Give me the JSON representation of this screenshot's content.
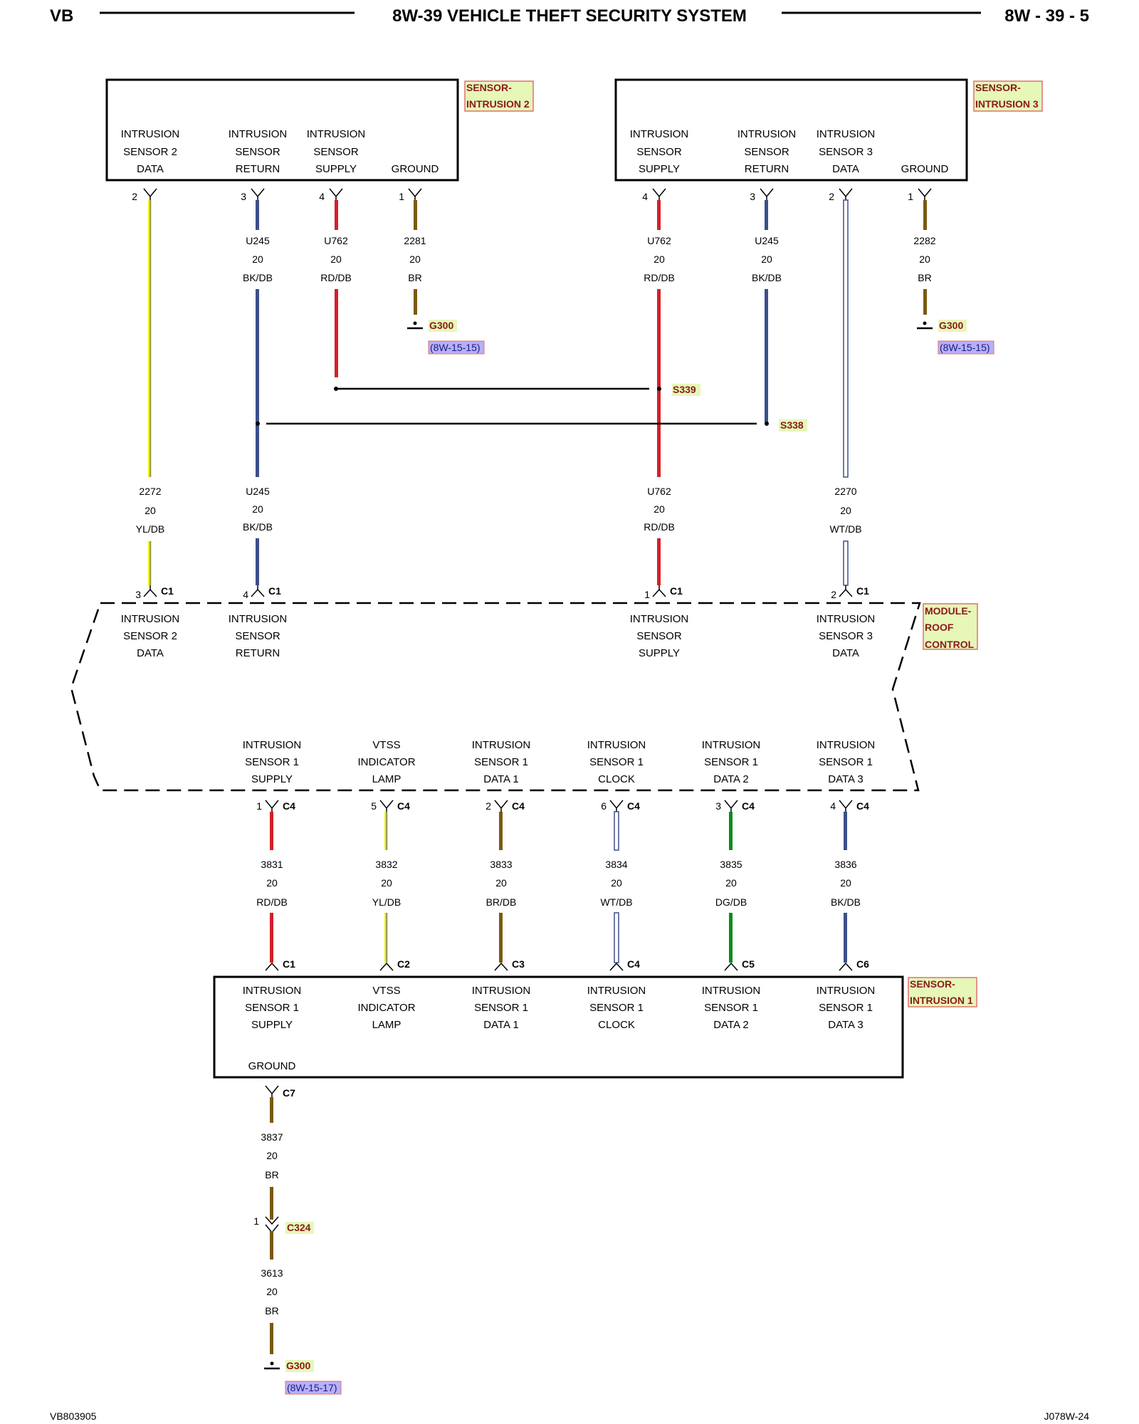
{
  "header": {
    "left": "VB",
    "title": "8W-39 VEHICLE THEFT SECURITY SYSTEM",
    "right": "8W - 39 - 5"
  },
  "footer": {
    "left": "VB803905",
    "right": "J078W-24"
  },
  "colors": {
    "YL/DB": "#f2f21a",
    "BK/DB": "#3d4f8c",
    "RD/DB": "#d4202a",
    "BR": "#7a5a10",
    "WT/DB": "#9aa6d6",
    "BR/DB": "#7a5a10",
    "DG/DB": "#0d8a1e",
    "tag_fill": "#e6f7b8",
    "tag_border": "#e07070",
    "ref_fill": "#b8b0f5"
  },
  "components": {
    "sensor2": {
      "tag": [
        "SENSOR-",
        "INTRUSION 2"
      ],
      "pins": [
        {
          "label": [
            "INTRUSION",
            "SENSOR 2",
            "DATA"
          ],
          "pin": "2"
        },
        {
          "label": [
            "INTRUSION",
            "SENSOR",
            "RETURN"
          ],
          "pin": "3"
        },
        {
          "label": [
            "INTRUSION",
            "SENSOR",
            "SUPPLY"
          ],
          "pin": "4"
        },
        {
          "label": [
            "GROUND"
          ],
          "pin": "1"
        }
      ]
    },
    "sensor3": {
      "tag": [
        "SENSOR-",
        "INTRUSION 3"
      ],
      "pins": [
        {
          "label": [
            "INTRUSION",
            "SENSOR",
            "SUPPLY"
          ],
          "pin": "4"
        },
        {
          "label": [
            "INTRUSION",
            "SENSOR",
            "RETURN"
          ],
          "pin": "3"
        },
        {
          "label": [
            "INTRUSION",
            "SENSOR 3",
            "DATA"
          ],
          "pin": "2"
        },
        {
          "label": [
            "GROUND"
          ],
          "pin": "1"
        }
      ]
    },
    "module": {
      "tag": [
        "MODULE-",
        "ROOF",
        "CONTROL"
      ],
      "top_pins": [
        {
          "label": [
            "INTRUSION",
            "SENSOR 2",
            "DATA"
          ],
          "pin": "3",
          "conn": "C1"
        },
        {
          "label": [
            "INTRUSION",
            "SENSOR",
            "RETURN"
          ],
          "pin": "4",
          "conn": "C1"
        },
        {
          "label": [
            "INTRUSION",
            "SENSOR",
            "SUPPLY"
          ],
          "pin": "1",
          "conn": "C1"
        },
        {
          "label": [
            "INTRUSION",
            "SENSOR 3",
            "DATA"
          ],
          "pin": "2",
          "conn": "C1"
        }
      ],
      "bottom_pins": [
        {
          "label": [
            "INTRUSION",
            "SENSOR 1",
            "SUPPLY"
          ],
          "pin": "1",
          "conn": "C4"
        },
        {
          "label": [
            "VTSS",
            "INDICATOR",
            "LAMP"
          ],
          "pin": "5",
          "conn": "C4"
        },
        {
          "label": [
            "INTRUSION",
            "SENSOR 1",
            "DATA 1"
          ],
          "pin": "2",
          "conn": "C4"
        },
        {
          "label": [
            "INTRUSION",
            "SENSOR 1",
            "CLOCK"
          ],
          "pin": "6",
          "conn": "C4"
        },
        {
          "label": [
            "INTRUSION",
            "SENSOR 1",
            "DATA 2"
          ],
          "pin": "3",
          "conn": "C4"
        },
        {
          "label": [
            "INTRUSION",
            "SENSOR 1",
            "DATA 3"
          ],
          "pin": "4",
          "conn": "C4"
        }
      ]
    },
    "sensor1": {
      "tag": [
        "SENSOR-",
        "INTRUSION 1"
      ],
      "pins": [
        {
          "label": [
            "INTRUSION",
            "SENSOR 1",
            "SUPPLY"
          ],
          "conn": "C1"
        },
        {
          "label": [
            "VTSS",
            "INDICATOR",
            "LAMP"
          ],
          "conn": "C2"
        },
        {
          "label": [
            "INTRUSION",
            "SENSOR 1",
            "DATA 1"
          ],
          "conn": "C3"
        },
        {
          "label": [
            "INTRUSION",
            "SENSOR 1",
            "CLOCK"
          ],
          "conn": "C4"
        },
        {
          "label": [
            "INTRUSION",
            "SENSOR 1",
            "DATA 2"
          ],
          "conn": "C5"
        },
        {
          "label": [
            "INTRUSION",
            "SENSOR 1",
            "DATA 3"
          ],
          "conn": "C6"
        }
      ],
      "ground": {
        "label": "GROUND",
        "conn": "C7"
      }
    }
  },
  "wires": {
    "s2_data": [
      "2272",
      "20",
      "YL/DB"
    ],
    "s2_ret_upper": [
      "U245",
      "20",
      "BK/DB"
    ],
    "s2_ret_lower": [
      "U245",
      "20",
      "BK/DB"
    ],
    "s2_sup": [
      "U762",
      "20",
      "RD/DB"
    ],
    "s2_gnd": [
      "2281",
      "20",
      "BR"
    ],
    "s3_sup_upper": [
      "U762",
      "20",
      "RD/DB"
    ],
    "s3_sup_lower": [
      "U762",
      "20",
      "RD/DB"
    ],
    "s3_ret": [
      "U245",
      "20",
      "BK/DB"
    ],
    "s3_data": [
      "2270",
      "20",
      "WT/DB"
    ],
    "s3_gnd": [
      "2282",
      "20",
      "BR"
    ],
    "c4_wires": [
      [
        "3831",
        "20",
        "RD/DB"
      ],
      [
        "3832",
        "20",
        "YL/DB"
      ],
      [
        "3833",
        "20",
        "BR/DB"
      ],
      [
        "3834",
        "20",
        "WT/DB"
      ],
      [
        "3835",
        "20",
        "DG/DB"
      ],
      [
        "3836",
        "20",
        "BK/DB"
      ]
    ],
    "s1_gnd_upper": [
      "3837",
      "20",
      "BR"
    ],
    "s1_gnd_lower": [
      "3613",
      "20",
      "BR"
    ]
  },
  "splices": {
    "s339": "S339",
    "s338": "S338"
  },
  "grounds": {
    "g1": {
      "tag": "G300",
      "ref": "(8W-15-15)"
    },
    "g2": {
      "tag": "G300",
      "ref": "(8W-15-15)"
    },
    "g3": {
      "tag": "G300",
      "ref": "(8W-15-17)"
    }
  },
  "inline_connector": {
    "tag": "C324",
    "pin": "1"
  }
}
